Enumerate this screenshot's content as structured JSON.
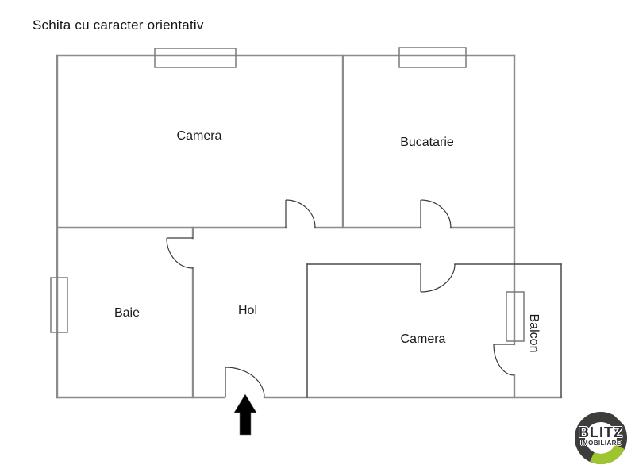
{
  "title": "Schita cu caracter orientativ",
  "floor_plan": {
    "rooms": [
      {
        "id": "camera-1",
        "label": "Camera"
      },
      {
        "id": "bucatarie",
        "label": "Bucatarie"
      },
      {
        "id": "baie",
        "label": "Baie"
      },
      {
        "id": "hol",
        "label": "Hol"
      },
      {
        "id": "camera-2",
        "label": "Camera"
      },
      {
        "id": "balcon",
        "label": "Balcon"
      }
    ],
    "features": {
      "windows": 4,
      "doors": 6,
      "entrance_marker": "up-arrow"
    },
    "colors": {
      "outer_wall": "#8c8c8c",
      "inner_wall": "#4a4a4a",
      "door": "#3a3a3a",
      "window": "#7a7a7a",
      "arrow": "#000000"
    }
  },
  "logo": {
    "line1": "BLITZ",
    "line2": "IMOBILIARE",
    "ring_color": "#3d3d3b",
    "accent_color": "#9ec42f",
    "text_color": "#2c2b33"
  }
}
